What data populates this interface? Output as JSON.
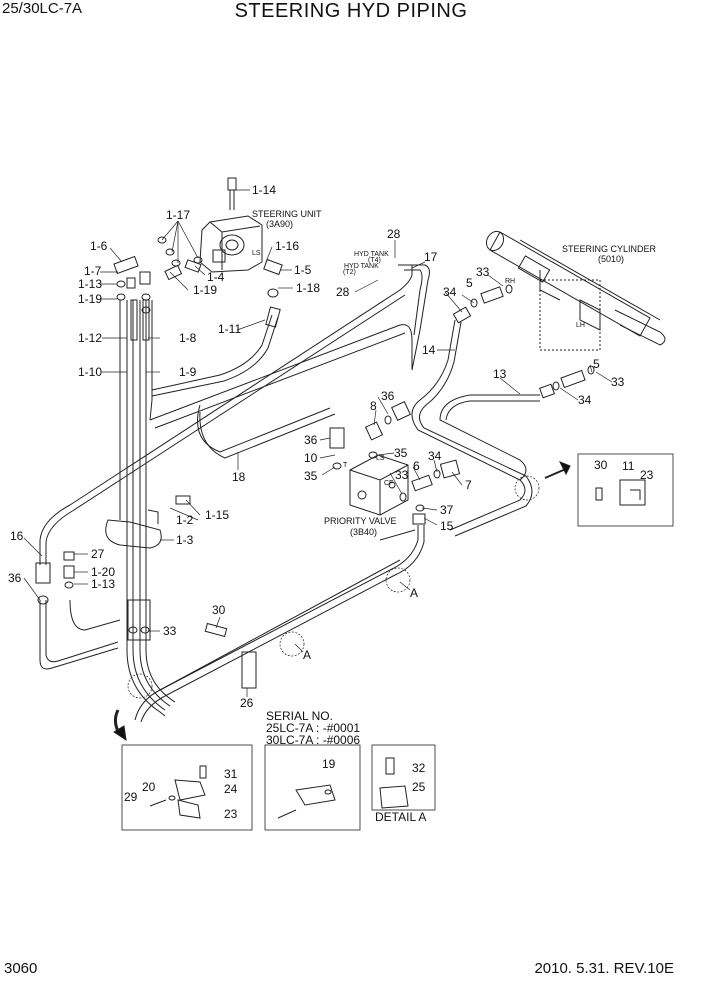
{
  "header": {
    "model": "25/30LC-7A",
    "title": "STEERING HYD PIPING"
  },
  "footer": {
    "page": "3060",
    "revision": "2010. 5.31.  REV.10E"
  },
  "components": {
    "steering_unit": {
      "name": "STEERING UNIT",
      "code": "(3A90)"
    },
    "steering_cylinder": {
      "name": "STEERING CYLINDER",
      "code": "(5010)"
    },
    "priority_valve": {
      "name": "PRIORITY VALVE",
      "code": "(3B40)"
    }
  },
  "port_labels": {
    "ls": "LS",
    "hyd_tank_t4": "HYD TANK",
    "t4": "(T4)",
    "hyd_tank_t2": "HYD TANK",
    "t2": "(T2)",
    "rh": "RH",
    "lh": "LH",
    "t": "T",
    "ls2": "LS",
    "cf": "CF"
  },
  "callouts": {
    "c1_14": "1-14",
    "c1_17": "1-17",
    "c1_6": "1-6",
    "c1_16": "1-16",
    "c1_7": "1-7",
    "c1_4": "1-4",
    "c1_5": "1-5",
    "c1_13a": "1-13",
    "c1_19a": "1-19",
    "c1_18": "1-18",
    "c1_19b": "1-19",
    "c1_11": "1-11",
    "c1_12": "1-12",
    "c1_8": "1-8",
    "c1_10": "1-10",
    "c1_9": "1-9",
    "c28a": "28",
    "c17": "17",
    "c28b": "28",
    "c33a": "33",
    "c5a": "5",
    "c34a": "34",
    "c14": "14",
    "c13": "13",
    "c5b": "5",
    "c33b": "33",
    "c34b": "34",
    "c36a": "36",
    "c8": "8",
    "c36b": "36",
    "c10": "10",
    "c35a": "35",
    "c35b": "35",
    "c6": "6",
    "c34c": "34",
    "c33c": "33",
    "c7": "7",
    "c37": "37",
    "c15": "15",
    "c18": "18",
    "c1_2": "1-2",
    "c1_15": "1-15",
    "c1_3": "1-3",
    "c16": "16",
    "c27": "27",
    "c1_20": "1-20",
    "c36c": "36",
    "c1_13b": "1-13",
    "c33d": "33",
    "c30a": "30",
    "c26": "26",
    "cA1": "A",
    "cA2": "A",
    "c30b": "30",
    "c11": "11",
    "c23a": "23",
    "c31": "31",
    "c20": "20",
    "c24": "24",
    "c29": "29",
    "c23b": "23",
    "c19": "19",
    "c32": "32",
    "c25": "25"
  },
  "serial": {
    "heading": "SERIAL NO.",
    "line1": "25LC-7A : -#0001",
    "line2": "30LC-7A : -#0006"
  },
  "detail_a": "DETAIL A"
}
